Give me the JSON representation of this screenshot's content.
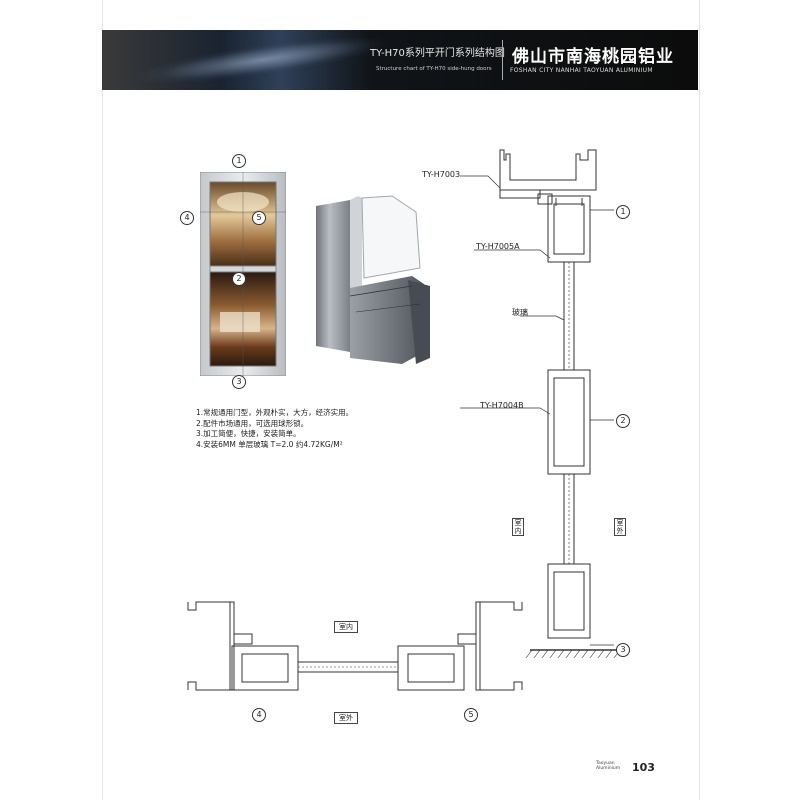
{
  "header": {
    "title_cn": "TY-H70系列平开门系列结构图",
    "title_en": "Structure chart of TY-H70 side-hung doors",
    "brand_cn": "佛山市南海桃园铝业",
    "brand_en": "FOSHAN CITY NANHAI TAOYUAN ALUMINIUM"
  },
  "door_markers": {
    "m1": "1",
    "m2": "2",
    "m3": "3",
    "m4": "4",
    "m5": "5"
  },
  "notes": [
    "1.常规通用门型，外观朴实，大方，经济实用。",
    "2.配件市场通用，可选用球形锁。",
    "3.加工简便，快捷，安装简单。",
    "4.安装6MM 单层玻璃  T=2.0 约4.72KG/M²"
  ],
  "vertical_section": {
    "labels": {
      "h7003": "TY-H7003",
      "h7005a": "TY-H7005A",
      "glass": "玻璃",
      "h7004b": "TY-H7004B",
      "indoor": "室内",
      "outdoor": "室外"
    },
    "markers": {
      "m1": "1",
      "m2": "2",
      "m3": "3"
    }
  },
  "horizontal_section": {
    "labels": {
      "indoor": "室内",
      "outdoor": "室外"
    },
    "markers": {
      "m4": "4",
      "m5": "5"
    }
  },
  "footer": {
    "brand_line1": "Taoyuan",
    "brand_line2": "Aluminium",
    "page_number": "103"
  }
}
